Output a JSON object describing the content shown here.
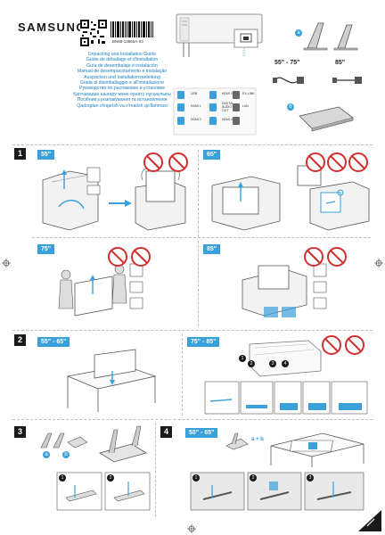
{
  "header": {
    "brand": "SAMSUNG",
    "part_number": "BN68-13865A-03",
    "guide_titles": [
      "Unpacking and Installation Guide",
      "Guide de déballage et d'installation",
      "Guía de desembalaje e instalación",
      "Manual de desempacotamento e instalação",
      "Auspacken und Installationsanleitung",
      "Guida al disimballaggio e all'installazione",
      "Руководство по распаковке и установке",
      "Қаптамадан шығару және орнату нұсқаулығы",
      "Посібник з розпакування та встановлення",
      "Qadoqdan chiqarish va o'rnatish qo'llanmasi"
    ]
  },
  "ports": [
    {
      "name": "USB"
    },
    {
      "name": "HDMI 1"
    },
    {
      "name": "HDMI 2"
    },
    {
      "name": "HDMI 3"
    },
    {
      "name": "HDMI 4"
    },
    {
      "name": "DIGITAL AUDIO OUT"
    },
    {
      "name": "EX-LINK"
    },
    {
      "name": "LAN"
    }
  ],
  "accessories": {
    "part_a_label": "a",
    "part_b_label": "b",
    "size_cable_1": "55\" - 75\"",
    "size_cable_2": "85\""
  },
  "sections": [
    {
      "number": "1",
      "sizes": [
        "55\"",
        "65\"",
        "75\"",
        "85\""
      ]
    },
    {
      "number": "2",
      "sizes": [
        "55\" - 65\"",
        "75\" - 85\""
      ]
    },
    {
      "number": "3",
      "part_labels": [
        "a",
        "b"
      ]
    },
    {
      "number": "4",
      "sizes": [
        "55\" - 65\""
      ],
      "combo_label": "a + b"
    }
  ],
  "steps_section2": [
    "1",
    "2",
    "3",
    "4"
  ],
  "steps_section3": [
    "1",
    "2"
  ],
  "steps_section4": [
    "1",
    "2",
    "3"
  ],
  "colors": {
    "accent": "#3aa0db",
    "forbid": "#d32f2f",
    "dark": "#1a1a1a"
  }
}
